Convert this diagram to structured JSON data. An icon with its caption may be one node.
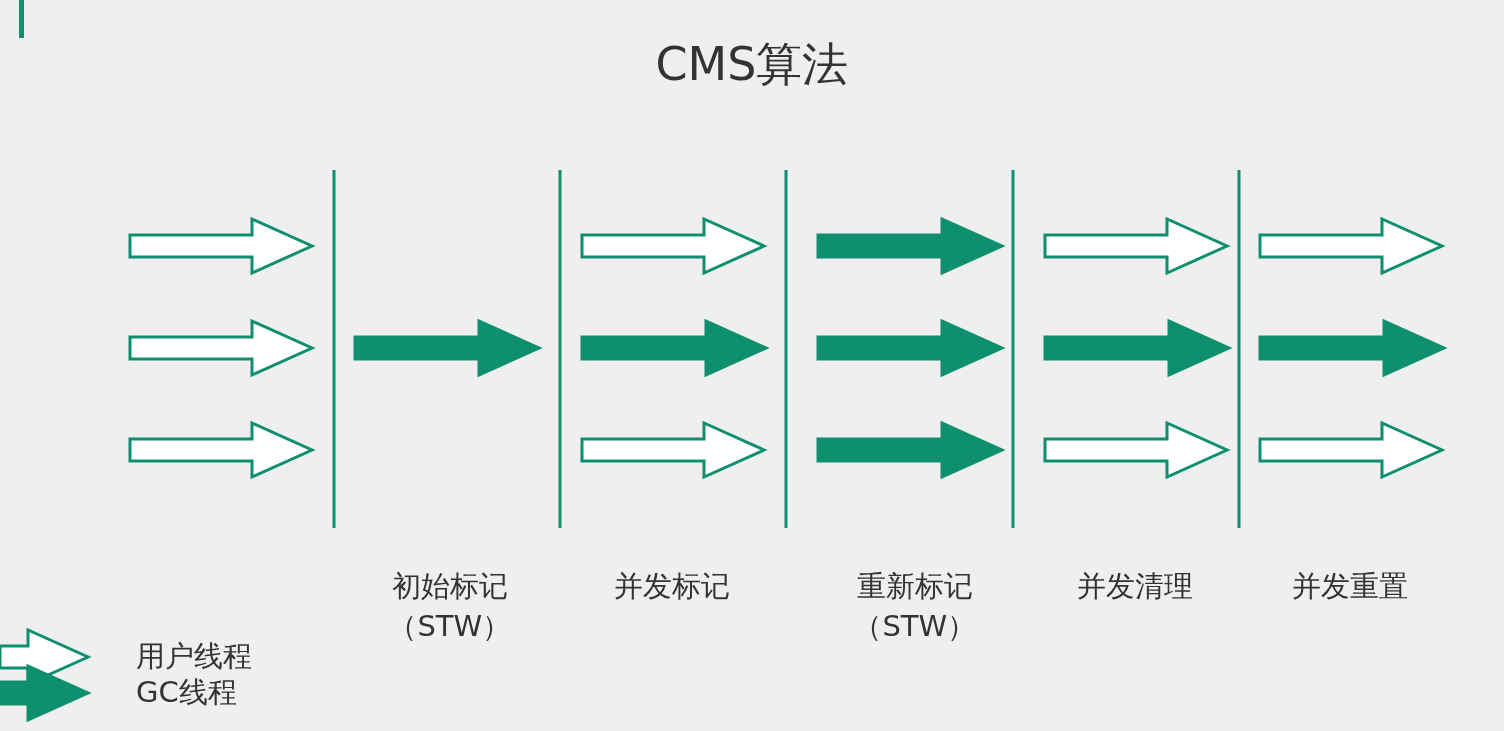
{
  "diagram": {
    "title": "CMS算法",
    "labels": [
      "初始标记（STW）",
      "并发标记",
      "重新标记（STW）",
      "并发清理",
      "并发重置"
    ],
    "legend": [
      {
        "text": "用户线程"
      },
      {
        "text": "GC线程"
      }
    ]
  }
}
